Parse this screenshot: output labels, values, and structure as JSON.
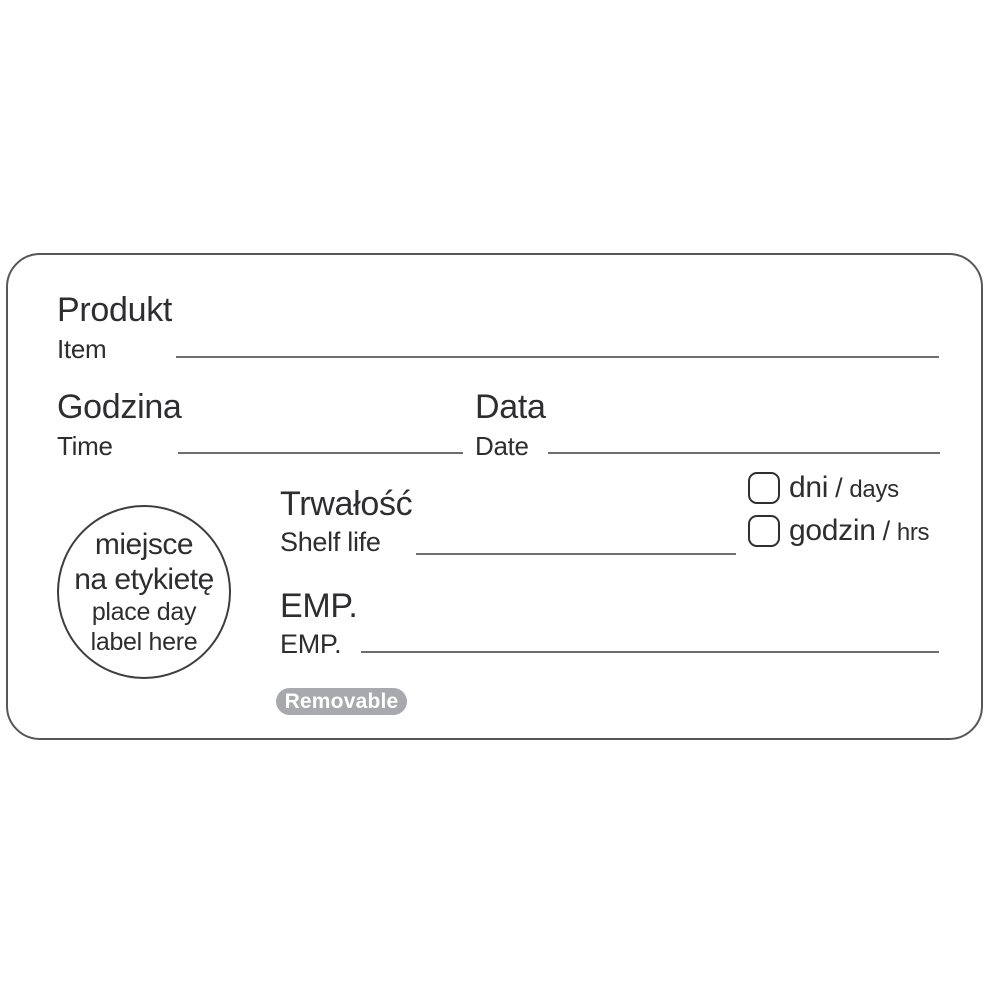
{
  "colors": {
    "text": "#2e2e31",
    "line": "#6e6e72",
    "card_border": "#57575b",
    "badge_bg": "#a8a9ad",
    "badge_text": "#ffffff"
  },
  "fields": {
    "product": {
      "pl": "Produkt",
      "en": "Item"
    },
    "time": {
      "pl": "Godzina",
      "en": "Time"
    },
    "date": {
      "pl": "Data",
      "en": "Date"
    },
    "shelf_life": {
      "pl": "Trwałość",
      "en": "Shelf life"
    },
    "employee": {
      "pl": "EMP.",
      "en": "EMP."
    }
  },
  "checkbox_options": [
    {
      "pl": "dni",
      "sep": "/",
      "en": "days"
    },
    {
      "pl": "godzin",
      "sep": "/",
      "en": "hrs"
    }
  ],
  "day_label_area": {
    "pl_line1": "miejsce",
    "pl_line2": "na etykietę",
    "en_line1": "place day",
    "en_line2": "label here"
  },
  "badge": "Removable"
}
